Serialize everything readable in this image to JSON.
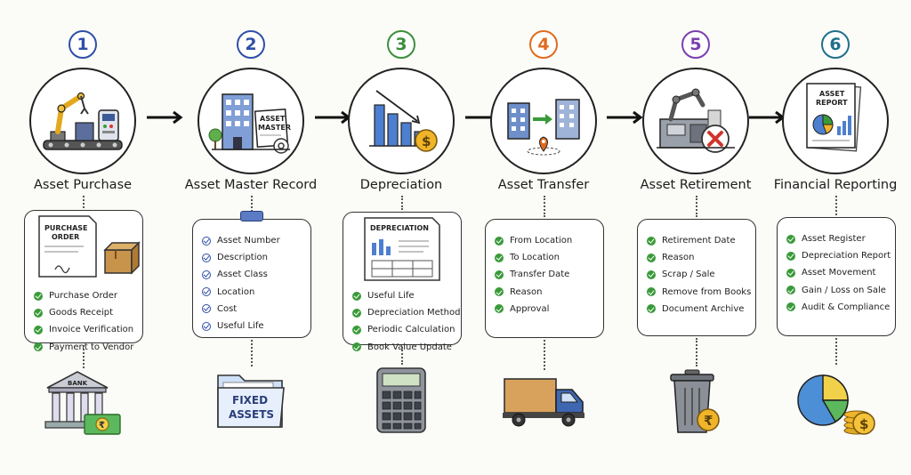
{
  "colors": {
    "step_1": "#2f4fa8",
    "step_2": "#2f4fa8",
    "step_3": "#3a8f3a",
    "step_4": "#e06b1d",
    "step_5": "#7a3fb0",
    "step_6": "#1f6f8b",
    "check": "#3a9a3a",
    "ink": "#222222"
  },
  "stages": [
    {
      "number": "1",
      "title": "Asset Purchase",
      "hero_icon": "robot-arm-factory-icon",
      "card_label_lines": [
        "PURCHASE",
        "ORDER"
      ],
      "card_icon": "purchase-order-box-icon",
      "items": [
        "Purchase Order",
        "Goods Receipt",
        "Invoice Verification",
        "Payment to Vendor"
      ],
      "bottom_label": "BANK",
      "bottom_icon": "bank-cash-icon"
    },
    {
      "number": "2",
      "title": "Asset Master Record",
      "hero_icon": "building-asset-master-icon",
      "hero_label_lines": [
        "ASSET",
        "MASTER"
      ],
      "card_icon": "clipboard-icon",
      "items": [
        "Asset Number",
        "Description",
        "Asset Class",
        "Location",
        "Cost",
        "Useful Life"
      ],
      "bottom_label_lines": [
        "FIXED",
        "ASSETS"
      ],
      "bottom_icon": "folder-icon"
    },
    {
      "number": "3",
      "title": "Depreciation",
      "hero_icon": "declining-bars-coin-icon",
      "card_label": "DEPRECIATION",
      "card_icon": "depreciation-sheet-icon",
      "items": [
        "Useful Life",
        "Depreciation Method",
        "Periodic Calculation",
        "Book Value Update"
      ],
      "bottom_icon": "calculator-icon"
    },
    {
      "number": "4",
      "title": "Asset Transfer",
      "hero_icon": "building-transfer-icon",
      "items": [
        "From Location",
        "To Location",
        "Transfer Date",
        "Reason",
        "Approval"
      ],
      "bottom_icon": "truck-icon"
    },
    {
      "number": "5",
      "title": "Asset Retirement",
      "hero_icon": "machine-retire-icon",
      "items": [
        "Retirement Date",
        "Reason",
        "Scrap / Sale",
        "Remove from Books",
        "Document Archive"
      ],
      "bottom_icon": "trash-rupee-icon"
    },
    {
      "number": "6",
      "title": "Financial Reporting",
      "hero_icon": "asset-report-icon",
      "hero_label_lines": [
        "ASSET",
        "REPORT"
      ],
      "items": [
        "Asset Register",
        "Depreciation Report",
        "Asset Movement",
        "Gain / Loss on Sale",
        "Audit & Compliance"
      ],
      "bottom_icon": "pie-chart-coins-icon"
    }
  ],
  "currency_symbol": "₹",
  "dollar_symbol": "$"
}
